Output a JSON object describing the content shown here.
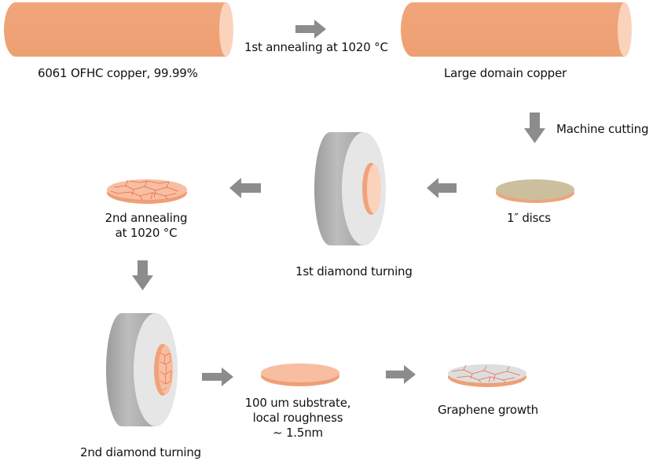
{
  "labels": {
    "raw_copper": "6061 OFHC copper, 99.99%",
    "first_annealing": "1st annealing at 1020 °C",
    "large_domain": "Large domain copper",
    "machine_cutting": "Machine cutting",
    "discs": "1″ discs",
    "first_turning": "1st diamond turning",
    "second_annealing_line1": "2nd annealing",
    "second_annealing_line2": "at 1020 °C",
    "second_turning": "2nd diamond turning",
    "substrate_line1": "100 um substrate,",
    "substrate_line2": "local roughness",
    "substrate_line3": "~ 1.5nm",
    "graphene": "Graphene growth"
  },
  "colors": {
    "copper": "#f2a97c",
    "copper_end": "#fbd5c0",
    "disc_tan": "#cbbf9d",
    "disc_edge": "#f0a37a",
    "grain_line": "#e66a48",
    "chuck_gray": "#a9a9a9",
    "chuck_face": "#e6e6e6",
    "graphene_face": "#dedede",
    "arrow_gray": "#8c8c8c"
  }
}
